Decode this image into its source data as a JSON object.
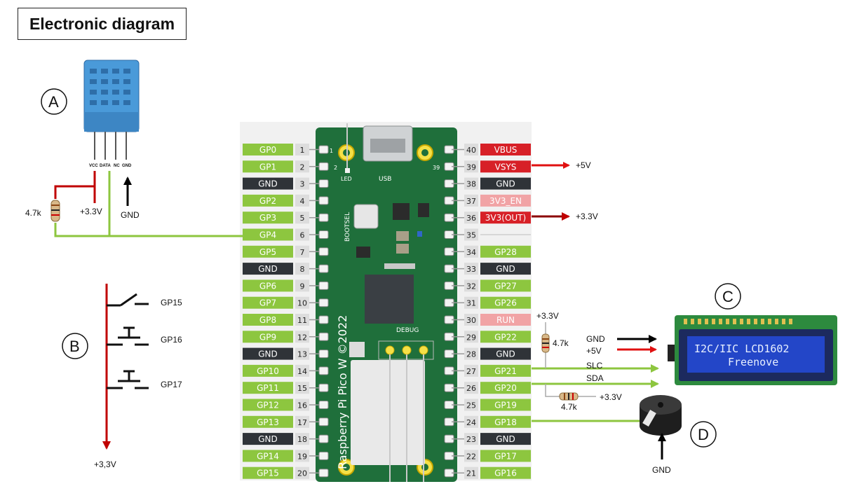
{
  "title": "Electronic diagram",
  "board": {
    "name_text": "Raspberry Pi Pico W ©2022",
    "usb_text": "USB",
    "led_text": "LED",
    "bootsel_text": "BOOTSEL",
    "debug_text": "DEBUG",
    "pin1_mark": "1",
    "pin2_mark": "2",
    "pin39_mark": "39",
    "left_pins": [
      {
        "label": "GP0",
        "num": "1",
        "type": "gp"
      },
      {
        "label": "GP1",
        "num": "2",
        "type": "gp"
      },
      {
        "label": "GND",
        "num": "3",
        "type": "gnd"
      },
      {
        "label": "GP2",
        "num": "4",
        "type": "gp"
      },
      {
        "label": "GP3",
        "num": "5",
        "type": "gp"
      },
      {
        "label": "GP4",
        "num": "6",
        "type": "gp"
      },
      {
        "label": "GP5",
        "num": "7",
        "type": "gp"
      },
      {
        "label": "GND",
        "num": "8",
        "type": "gnd"
      },
      {
        "label": "GP6",
        "num": "9",
        "type": "gp"
      },
      {
        "label": "GP7",
        "num": "10",
        "type": "gp"
      },
      {
        "label": "GP8",
        "num": "11",
        "type": "gp"
      },
      {
        "label": "GP9",
        "num": "12",
        "type": "gp"
      },
      {
        "label": "GND",
        "num": "13",
        "type": "gnd"
      },
      {
        "label": "GP10",
        "num": "14",
        "type": "gp"
      },
      {
        "label": "GP11",
        "num": "15",
        "type": "gp"
      },
      {
        "label": "GP12",
        "num": "16",
        "type": "gp"
      },
      {
        "label": "GP13",
        "num": "17",
        "type": "gp"
      },
      {
        "label": "GND",
        "num": "18",
        "type": "gnd"
      },
      {
        "label": "GP14",
        "num": "19",
        "type": "gp"
      },
      {
        "label": "GP15",
        "num": "20",
        "type": "gp"
      }
    ],
    "right_pins": [
      {
        "label": "VBUS",
        "num": "40",
        "type": "pwr"
      },
      {
        "label": "VSYS",
        "num": "39",
        "type": "pwr"
      },
      {
        "label": "GND",
        "num": "38",
        "type": "gnd"
      },
      {
        "label": "3V3_EN",
        "num": "37",
        "type": "pink"
      },
      {
        "label": "3V3(OUT)",
        "num": "36",
        "type": "pwr"
      },
      {
        "label": "",
        "num": "35",
        "type": "none"
      },
      {
        "label": "GP28",
        "num": "34",
        "type": "gp"
      },
      {
        "label": "GND",
        "num": "33",
        "type": "gnd"
      },
      {
        "label": "GP27",
        "num": "32",
        "type": "gp"
      },
      {
        "label": "GP26",
        "num": "31",
        "type": "gp"
      },
      {
        "label": "RUN",
        "num": "30",
        "type": "pink"
      },
      {
        "label": "GP22",
        "num": "29",
        "type": "gp"
      },
      {
        "label": "GND",
        "num": "28",
        "type": "gnd"
      },
      {
        "label": "GP21",
        "num": "27",
        "type": "gp"
      },
      {
        "label": "GP20",
        "num": "26",
        "type": "gp"
      },
      {
        "label": "GP19",
        "num": "25",
        "type": "gp"
      },
      {
        "label": "GP18",
        "num": "24",
        "type": "gp"
      },
      {
        "label": "GND",
        "num": "23",
        "type": "gnd"
      },
      {
        "label": "GP17",
        "num": "22",
        "type": "gp"
      },
      {
        "label": "GP16",
        "num": "21",
        "type": "gp"
      }
    ]
  },
  "sensor_a": {
    "letter": "A",
    "pin_labels": [
      "VCC",
      "DATA",
      "NC",
      "GND"
    ],
    "resistor": "4.7k",
    "vcc": "+3.3V",
    "gnd": "GND"
  },
  "buttons_b": {
    "letter": "B",
    "gp15": "GP15",
    "gp16": "GP16",
    "gp17": "GP17",
    "supply": "+3,3V"
  },
  "lcd_c": {
    "letter": "C",
    "line1": "I2C/IIC LCD1602",
    "line2": "Freenove",
    "gnd": "GND",
    "vcc": "+5V",
    "slc": "SLC",
    "sda": "SDA",
    "r_top": "4.7k",
    "r_top_vcc": "+3.3V",
    "r_bot": "4.7k",
    "r_bot_vcc": "+3.3V"
  },
  "buzzer_d": {
    "letter": "D",
    "gnd": "GND"
  },
  "power": {
    "vsys": "+5V",
    "v3v3": "+3.3V"
  },
  "colors": {
    "gp": "#8dc63f",
    "gnd": "#2f3338",
    "pwr": "#d72027",
    "pink": "#f1a3a5",
    "board": "#1f6f3b",
    "wire_green": "#8dc63f",
    "wire_red": "#c00000"
  }
}
